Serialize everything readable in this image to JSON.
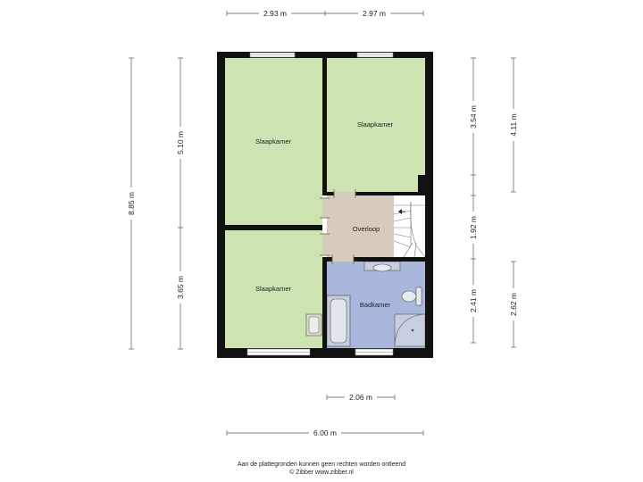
{
  "rooms": {
    "bedroom_1": "Slaapkamer",
    "bedroom_2": "Slaapkamer",
    "bedroom_3": "Slaapkamer",
    "landing": "Overloop",
    "bathroom": "Badkamer"
  },
  "dimensions": {
    "top_left_width": "2.93 m",
    "top_right_width": "2.97 m",
    "total_depth": "8.85 m",
    "upper_left_depth": "5.10 m",
    "lower_left_depth": "3.65 m",
    "upper_right_depth": "3.54 m",
    "outer_right_top": "4.11 m",
    "landing_depth": "1.92 m",
    "bathroom_depth": "2.41 m",
    "outer_right_bottom": "2.62 m",
    "bathroom_width": "2.06 m",
    "total_width": "6.00 m"
  },
  "colors": {
    "bedroom": "#cde3b1",
    "landing": "#d6cbbd",
    "bathroom": "#a9b7dc",
    "wall": "#111111"
  },
  "footer": {
    "disclaimer": "Aan de plattegronden kunnen geen rechten worden ontleend",
    "copyright": "© Zibber www.zibber.nl"
  }
}
